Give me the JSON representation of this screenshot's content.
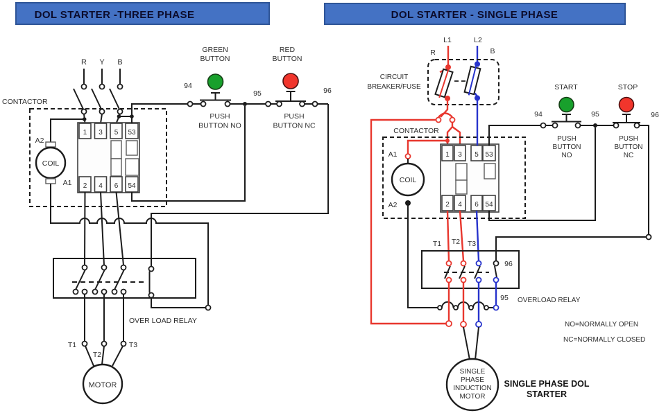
{
  "colors": {
    "banner_bg": "#4472C4",
    "banner_border": "#2F5597",
    "banner_text": "#0B0B2B",
    "wire": "#1C1C1C",
    "wire_red": "#E8372E",
    "wire_blue": "#2733CC",
    "green_button": "#18A02C",
    "red_button": "#F1352C",
    "label": "#2E2E2E"
  },
  "left": {
    "title": "DOL STARTER -THREE PHASE",
    "contactor_label": "CONTACTOR",
    "phases": [
      "R",
      "Y",
      "B"
    ],
    "a2": "A2",
    "a1": "A1",
    "coil": "COIL",
    "terminals_top": [
      "1",
      "3",
      "5",
      "53"
    ],
    "terminals_bottom": [
      "2",
      "4",
      "6",
      "54"
    ],
    "green_button": [
      "GREEN",
      "BUTTON"
    ],
    "red_button": [
      "RED",
      "BUTTON"
    ],
    "n94": "94",
    "n95": "95",
    "n96": "96",
    "push_no": [
      "PUSH",
      "BUTTON NO"
    ],
    "push_nc": [
      "PUSH",
      "BUTTON NC"
    ],
    "overload": "OVER LOAD RELAY",
    "t": [
      "T1",
      "T2",
      "T3"
    ],
    "motor": "MOTOR"
  },
  "right": {
    "title": "DOL STARTER - SINGLE PHASE",
    "l1": "L1",
    "l2": "L2",
    "r": "R",
    "b": "B",
    "breaker": [
      "CIRCUIT",
      "BREAKER/FUSE"
    ],
    "contactor_label": "CONTACTOR",
    "a1": "A1",
    "a2": "A2",
    "coil": "COIL",
    "terminals_top": [
      "1",
      "3",
      "5",
      "53"
    ],
    "terminals_bottom": [
      "2",
      "4",
      "6",
      "54"
    ],
    "start": "START",
    "stop": "STOP",
    "n94": "94",
    "n95": "95",
    "n96": "96",
    "push_no": [
      "PUSH",
      "BUTTON",
      "NO"
    ],
    "push_nc": [
      "PUSH",
      "BUTTON",
      "NC"
    ],
    "t": [
      "T1",
      "T2",
      "T3"
    ],
    "relay_n96": "96",
    "relay_n95": "95",
    "overload": "OVERLOAD RELAY",
    "legend": [
      "NO=NORMALLY OPEN",
      "NC=NORMALLY CLOSED"
    ],
    "motor": [
      "SINGLE",
      "PHASE",
      "INDUCTION",
      "MOTOR"
    ],
    "caption": [
      "SINGLE PHASE DOL",
      "STARTER"
    ]
  }
}
